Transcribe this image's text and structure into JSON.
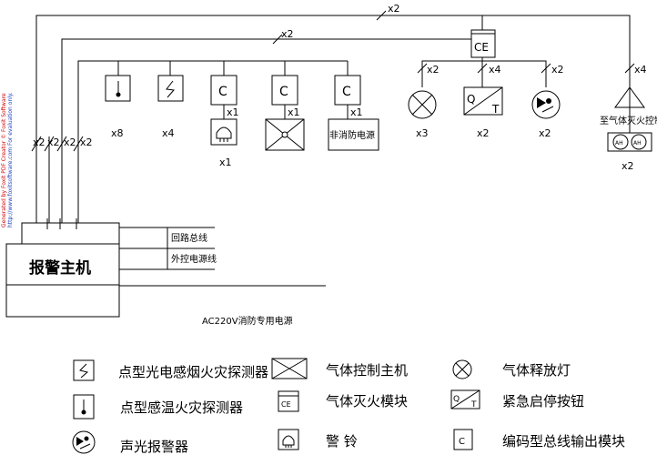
{
  "diagram": {
    "main_controller": "报警主机",
    "loop_bus": "回路总线",
    "external_power": "外控电源线",
    "ac_power": "AC220V消防专用电源",
    "module_ce": "CE",
    "module_c": "C",
    "non_fire_power": "非消防电源",
    "to_gas_ext": "至气体灭火控制",
    "ah_label": "AH",
    "q_label": "Q",
    "t_label": "T",
    "watermark_red": "Generated by Foxit PDF Creator © Foxit Software",
    "watermark_blue": "http://www.foxitsoftware.com   For evaluation only."
  },
  "counts": {
    "top_wire_1": "x2",
    "top_wire_2": "x2",
    "wire_left_1": "x2",
    "wire_left_2": "x2",
    "wire_left_3": "x2",
    "wire_left_4": "x2",
    "ce_branch_1": "x2",
    "ce_branch_2": "x4",
    "ce_branch_3": "x2",
    "ce_branch_4": "x4",
    "temp_detector": "x8",
    "smoke_detector": "x4",
    "module_1": "x1",
    "module_2": "x1",
    "module_3": "x1",
    "bell": "x1",
    "release_light": "x3",
    "stop_button": "x2",
    "sounder": "x2",
    "ah_device": "x2"
  },
  "legend": {
    "smoke": "点型光电感烟火灾探测器",
    "heat": "点型感温火灾探测器",
    "sounder": "声光报警器",
    "gas_controller": "气体控制主机",
    "gas_module": "气体灭火模块",
    "bell": "警  铃",
    "release_light": "气体释放灯",
    "stop_button": "紧急启停按钮",
    "bus_module": "编码型总线输出模块"
  },
  "icons": {
    "smoke": "smoke-detector-icon",
    "heat": "heat-detector-icon",
    "sounder": "sounder-icon",
    "gas_controller": "gas-controller-icon",
    "gas_module": "gas-module-icon",
    "bell": "bell-icon",
    "release_light": "release-light-icon",
    "stop_button": "stop-button-icon",
    "bus_module": "bus-module-icon"
  }
}
